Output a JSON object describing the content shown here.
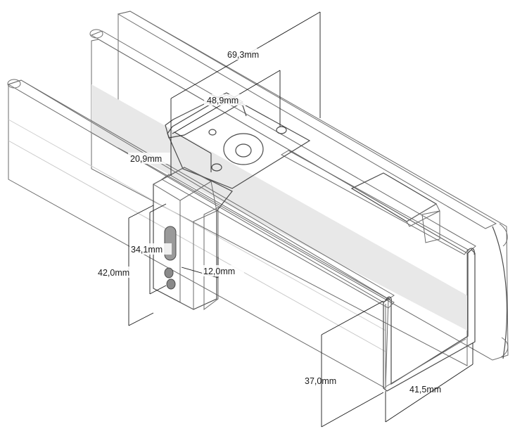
{
  "dimensions": {
    "bracket_length": "69,3mm",
    "bracket_tab_width": "48,9mm",
    "bracket_tab_depth": "20,9mm",
    "slot_length": "34,1mm",
    "bracket_height": "42,0mm",
    "bracket_thickness": "12,0mm",
    "profile_height": "37,0mm",
    "profile_width": "41,5mm"
  },
  "colors": {
    "rail_light": "#ebebeb",
    "rail_mid": "#d9d9d9",
    "rail_dark": "#bdbdbd",
    "bracket": "#c9c9c9",
    "bracket_dark": "#9a9a9a",
    "line": "#1a1a1a"
  }
}
